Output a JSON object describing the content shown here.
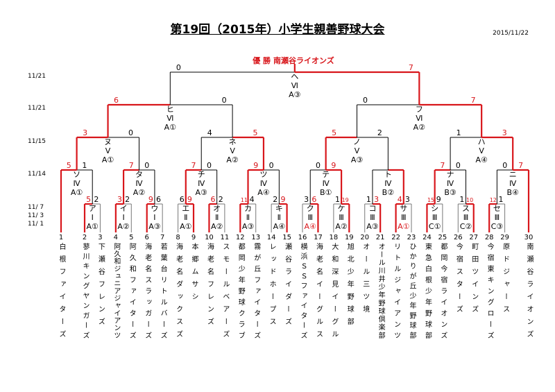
{
  "title": "第19回（2015年）小学生親善野球大会",
  "print_date": "2015/11/22",
  "champion": {
    "label": "優 勝",
    "team": "南瀬谷ライオンズ"
  },
  "colors": {
    "winner": "#d8161b",
    "line": "#000000",
    "box": "#777777"
  },
  "round_dates": [
    {
      "round": 5,
      "text": "11/21"
    },
    {
      "round": 4,
      "text": "11/21"
    },
    {
      "round": 3,
      "text": "11/15"
    },
    {
      "round": 2,
      "text": "11/14"
    },
    {
      "round": 1,
      "text": "11/ 7"
    },
    {
      "round": 1,
      "text": "11/ 3"
    },
    {
      "round": 1,
      "text": "11/ 1"
    }
  ],
  "teams": [
    {
      "no": "1",
      "name": "白根ファイターズ"
    },
    {
      "no": "2",
      "name": "蓼川キングヤンガーズ"
    },
    {
      "no": "3",
      "name": "下瀬谷フレンズ"
    },
    {
      "no": "4",
      "name": "阿久和ジュニアジャイアンツ"
    },
    {
      "no": "5",
      "name": "阿久和ファイターズ"
    },
    {
      "no": "6",
      "name": "海老名スラッガーズ"
    },
    {
      "no": "7",
      "name": "若葉台リトルバーズ"
    },
    {
      "no": "8",
      "name": "海老名ダックスズ"
    },
    {
      "no": "9",
      "name": "本郷ムサシ"
    },
    {
      "no": "10",
      "name": "海老名フレンズ"
    },
    {
      "no": "11",
      "name": "スモールベアーズ"
    },
    {
      "no": "12",
      "name": "都岡少年野球クラブ"
    },
    {
      "no": "13",
      "name": "霧が丘ファイターズ"
    },
    {
      "no": "14",
      "name": "レッドホープス"
    },
    {
      "no": "15",
      "name": "瀬谷ライダーズ"
    },
    {
      "no": "16",
      "name": "横浜ＳＳファイターズ"
    },
    {
      "no": "17",
      "name": "海老名イーグルス"
    },
    {
      "no": "18",
      "name": "大和深見イーグル"
    },
    {
      "no": "19",
      "name": "旭北少年野球部"
    },
    {
      "no": "20",
      "name": "オール三ツ境"
    },
    {
      "no": "21",
      "name": "オール川井少年野球倶楽部"
    },
    {
      "no": "22",
      "name": "リトルジャイアンツ"
    },
    {
      "no": "23",
      "name": "ひかりが丘少年野球部"
    },
    {
      "no": "24",
      "name": "東急白根少年野球部"
    },
    {
      "no": "25",
      "name": "都岡今宿ライオンズ"
    },
    {
      "no": "26",
      "name": "今宿スターズ"
    },
    {
      "no": "27",
      "name": "町田ツインズ"
    },
    {
      "no": "28",
      "name": "今宿東キングローズ"
    },
    {
      "no": "29",
      "name": "原ドジャース"
    },
    {
      "no": "30",
      "name": "南瀬谷ライオンズ"
    }
  ],
  "matches": [
    {
      "id": "ア",
      "round": 1,
      "left": "t2",
      "right": "t3",
      "scores": [
        "5",
        "2"
      ],
      "winner": "left",
      "lines": [
        "ア",
        "Ⅰ",
        "A①"
      ],
      "venue_red": false
    },
    {
      "id": "イ",
      "round": 1,
      "left": "t4",
      "right": "t5",
      "scores": [
        "3",
        "2"
      ],
      "winner": "left",
      "lines": [
        "イ",
        "Ⅰ",
        "A②"
      ],
      "venue_red": false
    },
    {
      "id": "ウ",
      "round": 1,
      "left": "t6",
      "right": "t7",
      "scores": [
        "9",
        "6"
      ],
      "winner": "left",
      "lines": [
        "ウ",
        "Ⅰ",
        "A③"
      ],
      "venue_red": false
    },
    {
      "id": "エ",
      "round": 1,
      "left": "t8",
      "right": "t9",
      "scores": [
        "6",
        "9"
      ],
      "winner": "right",
      "lines": [
        "エ",
        "Ⅱ",
        "A①"
      ],
      "venue_red": false
    },
    {
      "id": "オ",
      "round": 1,
      "left": "t10",
      "right": "t11",
      "scores": [
        "6",
        "2"
      ],
      "winner": "left",
      "lines": [
        "オ",
        "Ⅱ",
        "A②"
      ],
      "venue_red": false
    },
    {
      "id": "カ",
      "round": 1,
      "left": "t12",
      "right": "t13",
      "scores": [
        "11",
        "4"
      ],
      "winner": "left",
      "lines": [
        "カ",
        "Ⅱ",
        "A③"
      ],
      "venue_red": false
    },
    {
      "id": "キ",
      "round": 1,
      "left": "t14",
      "right": "t15",
      "scores": [
        "2",
        "9"
      ],
      "winner": "right",
      "lines": [
        "キ",
        "Ⅱ",
        "A④"
      ],
      "venue_red": false
    },
    {
      "id": "ク",
      "round": 1,
      "left": "t16",
      "right": "t17",
      "scores": [
        "3",
        "6"
      ],
      "winner": "right",
      "lines": [
        "ク",
        "Ⅲ",
        "A④"
      ],
      "venue_red": true
    },
    {
      "id": "ケ",
      "round": 1,
      "left": "t18",
      "right": "t19",
      "scores": [
        "1",
        "19"
      ],
      "winner": "right",
      "lines": [
        "ケ",
        "Ⅲ",
        "A②"
      ],
      "venue_red": false
    },
    {
      "id": "コ",
      "round": 1,
      "left": "t20",
      "right": "t21",
      "scores": [
        "1",
        "3"
      ],
      "winner": "right",
      "lines": [
        "コ",
        "Ⅲ",
        "A③"
      ],
      "venue_red": false
    },
    {
      "id": "サ",
      "round": 1,
      "left": "t22",
      "right": "t23",
      "scores": [
        "4",
        "3"
      ],
      "winner": "left",
      "lines": [
        "サ",
        "Ⅲ",
        "A①"
      ],
      "venue_red": true
    },
    {
      "id": "シ",
      "round": 1,
      "left": "t24",
      "right": "t25",
      "scores": [
        "15",
        "9"
      ],
      "winner": "left",
      "lines": [
        "シ",
        "Ⅲ",
        "C①"
      ],
      "venue_red": false
    },
    {
      "id": "ス",
      "round": 1,
      "left": "t26",
      "right": "t27",
      "scores": [
        "1",
        "10"
      ],
      "winner": "right",
      "lines": [
        "ス",
        "Ⅲ",
        "C②"
      ],
      "venue_red": false
    },
    {
      "id": "セ",
      "round": 1,
      "left": "t28",
      "right": "t29",
      "scores": [
        "12",
        "1"
      ],
      "winner": "left",
      "lines": [
        "セ",
        "Ⅲ",
        "C③"
      ],
      "venue_red": false
    },
    {
      "id": "ソ",
      "round": 2,
      "left": "t1",
      "right": "ア",
      "scores": [
        "5",
        "1"
      ],
      "winner": "left",
      "lines": [
        "ソ",
        "Ⅳ",
        "A①"
      ],
      "venue_red": false
    },
    {
      "id": "タ",
      "round": 2,
      "left": "イ",
      "right": "ウ",
      "scores": [
        "7",
        "0"
      ],
      "winner": "left",
      "lines": [
        "タ",
        "Ⅳ",
        "A②"
      ],
      "venue_red": false
    },
    {
      "id": "チ",
      "round": 2,
      "left": "エ",
      "right": "オ",
      "scores": [
        "7",
        "0"
      ],
      "winner": "left",
      "lines": [
        "チ",
        "Ⅳ",
        "A③"
      ],
      "venue_red": false
    },
    {
      "id": "ツ",
      "round": 2,
      "left": "カ",
      "right": "キ",
      "scores": [
        "9",
        "0"
      ],
      "winner": "left",
      "lines": [
        "ツ",
        "Ⅳ",
        "A④"
      ],
      "venue_red": false
    },
    {
      "id": "テ",
      "round": 2,
      "left": "ク",
      "right": "ケ",
      "scores": [
        "0",
        "9"
      ],
      "winner": "right",
      "lines": [
        "テ",
        "Ⅳ",
        "B①"
      ],
      "venue_red": false
    },
    {
      "id": "ト",
      "round": 2,
      "left": "コ",
      "right": "サ",
      "scores": [
        "",
        ""
      ],
      "winner": "right",
      "lines": [
        "ト",
        "Ⅳ",
        "B②"
      ],
      "venue_red": false
    },
    {
      "id": "ナ",
      "round": 2,
      "left": "シ",
      "right": "ス",
      "scores": [
        "7",
        "0"
      ],
      "winner": "left",
      "lines": [
        "ナ",
        "Ⅳ",
        "B③"
      ],
      "venue_red": false
    },
    {
      "id": "ニ",
      "round": 2,
      "left": "セ",
      "right": "t30",
      "scores": [
        "0",
        "7"
      ],
      "winner": "right",
      "lines": [
        "ニ",
        "Ⅳ",
        "B④"
      ],
      "venue_red": false
    },
    {
      "id": "ヌ",
      "round": 3,
      "left": "ソ",
      "right": "タ",
      "scores": [
        "3",
        "0"
      ],
      "winner": "left",
      "lines": [
        "ヌ",
        "Ⅴ",
        "A①"
      ],
      "venue_red": false
    },
    {
      "id": "ネ",
      "round": 3,
      "left": "チ",
      "right": "ツ",
      "scores": [
        "4",
        "5"
      ],
      "winner": "right",
      "lines": [
        "ネ",
        "Ⅴ",
        "A②"
      ],
      "venue_red": false
    },
    {
      "id": "ノ",
      "round": 3,
      "left": "テ",
      "right": "ト",
      "scores": [
        "5",
        "2"
      ],
      "winner": "left",
      "lines": [
        "ノ",
        "Ⅴ",
        "A③"
      ],
      "venue_red": false
    },
    {
      "id": "ハ",
      "round": 3,
      "left": "ナ",
      "right": "ニ",
      "scores": [
        "1",
        "3"
      ],
      "winner": "right",
      "lines": [
        "ハ",
        "Ⅴ",
        "A④"
      ],
      "venue_red": false
    },
    {
      "id": "ヒ",
      "round": 4,
      "left": "ヌ",
      "right": "ネ",
      "scores": [
        "6",
        "0"
      ],
      "winner": "left",
      "lines": [
        "ヒ",
        "Ⅵ",
        "A①"
      ],
      "venue_red": false
    },
    {
      "id": "フ",
      "round": 4,
      "left": "ノ",
      "right": "ハ",
      "scores": [
        "0",
        "7"
      ],
      "winner": "right",
      "lines": [
        "フ",
        "Ⅵ",
        "A②"
      ],
      "venue_red": false
    },
    {
      "id": "ヘ",
      "round": 5,
      "left": "ヒ",
      "right": "フ",
      "scores": [
        "0",
        "7"
      ],
      "winner": "right",
      "lines": [
        "ヘ",
        "Ⅵ",
        "A③"
      ],
      "venue_red": false
    }
  ]
}
